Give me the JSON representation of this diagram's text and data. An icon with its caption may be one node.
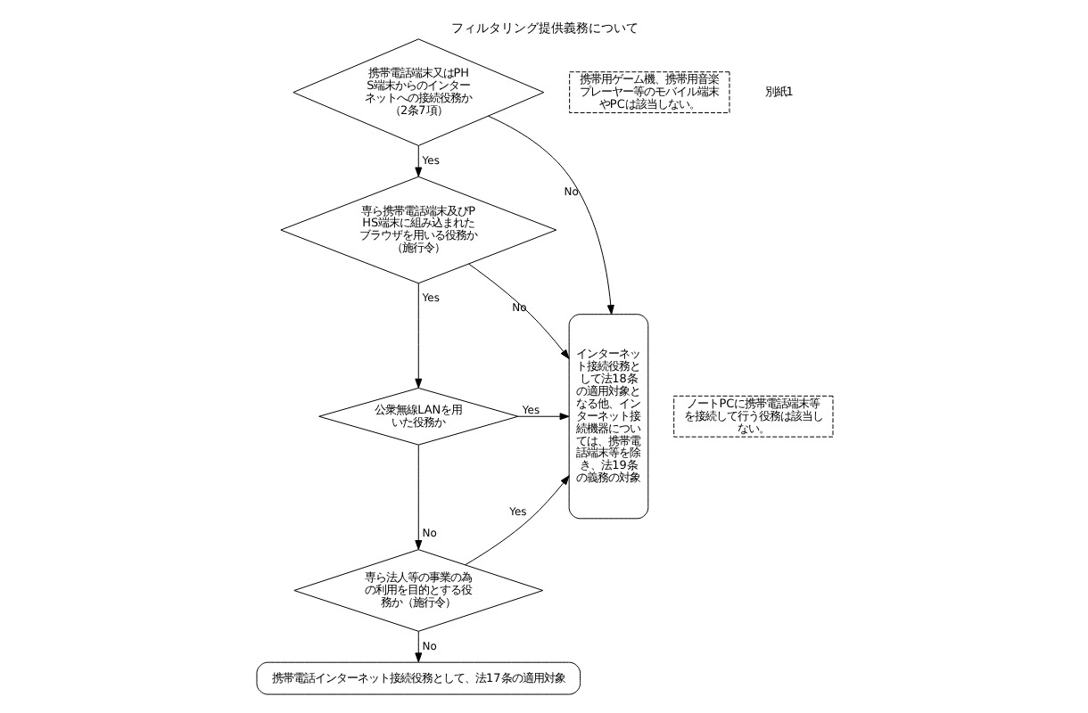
{
  "diagram": {
    "title": "フィルタリング提供義務について",
    "nodes": [
      {
        "text": [
          "携帯電話端末又はPHS端末からのインターネットへの接続役務か（2条7項）"
        ]
      },
      {
        "text": [
          "携帯用ゲーム機、携帯用音楽プレーヤー等のモバイル端末やPCは該当しない。"
        ]
      },
      {
        "text": [
          "専ら携帯電話端末及びPHS端末に組み込まれたブラウザを用いる役務か（施行令）"
        ]
      },
      {
        "text": [
          "ノートPCに携帯電話端末等を接続して行う役務は該当しない。"
        ]
      },
      {
        "text": [
          "公衆無線LANを用いた役務か"
        ]
      },
      {
        "text": [
          "専ら法人等の事業の為の利用を目的とする役務か（施行令）"
        ]
      },
      {
        "text": [
          "インターネット接続役務として法18条の適用対象となる他、インターネット接続機器については、携帯電話端末等を除き、法19条の義務の対象"
        ]
      },
      {
        "text": [
          "携帯電話インターネット接続役務として、法17条の適用対象"
        ]
      }
    ],
    "edges": [
      {
        "from": 0,
        "to": 6,
        "arrow": "to",
        "label": "No"
      },
      {
        "from": 0,
        "to": 2,
        "arrow": "to",
        "label": "Yes"
      },
      {
        "from": 2,
        "to": 6,
        "arrow": "to",
        "label": "No"
      },
      {
        "from": 2,
        "to": 4,
        "arrow": "to",
        "label": "Yes"
      },
      {
        "from": 4,
        "to": 6,
        "arrow": "to",
        "label": "Yes"
      },
      {
        "from": 4,
        "to": 5,
        "arrow": "to",
        "label": "No"
      },
      {
        "from": 5,
        "to": 6,
        "arrow": "to",
        "label": "Yes"
      },
      {
        "from": 5,
        "to": 7,
        "arrow": "to",
        "label": "No"
      }
    ],
    "labels": [
      "別紙1"
    ]
  }
}
